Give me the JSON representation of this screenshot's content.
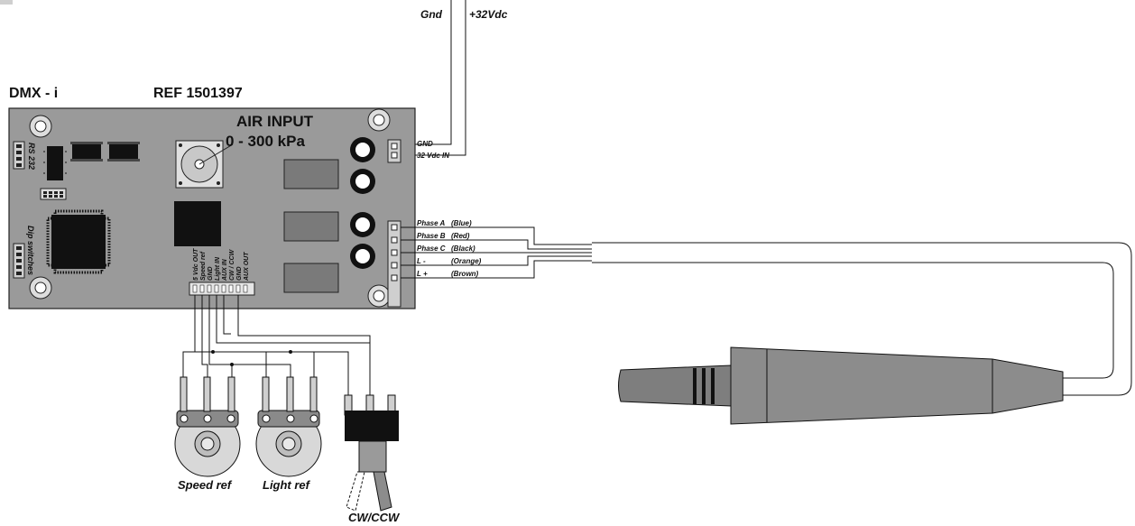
{
  "board": {
    "model": "DMX - i",
    "reference": "REF 1501397",
    "air_input_title": "AIR INPUT",
    "air_input_range": "0 - 300 kPa",
    "rs232_label": "RS 232",
    "dip_label": "Dip switches",
    "board_color": "#9a9a9a"
  },
  "power": {
    "gnd_label": "Gnd",
    "vdc_label": "+32Vdc",
    "terminal_gnd": "GND",
    "terminal_vdc": "32 Vdc IN"
  },
  "motor_terminal": {
    "pins": [
      {
        "name": "Phase A",
        "color": "(Blue)"
      },
      {
        "name": "Phase B",
        "color": "(Red)"
      },
      {
        "name": "Phase C",
        "color": "(Black)"
      },
      {
        "name": "L -",
        "color": "(Orange)"
      },
      {
        "name": "L +",
        "color": "(Brown)"
      }
    ]
  },
  "control_connector": {
    "pins": [
      "5 Vdc OUT",
      "Speed ref",
      "GND",
      "Light IN",
      "AUX IN",
      "CW / CCW",
      "GND",
      "AUX OUT"
    ]
  },
  "controls": {
    "speed_ref": "Speed ref",
    "light_ref": "Light ref",
    "switch": "CW/CCW"
  },
  "motor_color": "#8c8c8c"
}
